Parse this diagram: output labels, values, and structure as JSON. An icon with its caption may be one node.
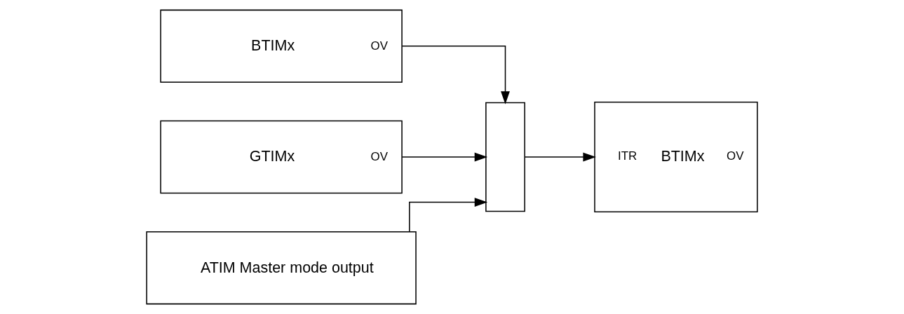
{
  "diagram": {
    "nodes": [
      {
        "text": [
          "BTIMx",
          "OV"
        ]
      },
      {
        "text": [
          "GTIMx",
          "OV"
        ]
      },
      {
        "text": [
          "ATIM Master mode output"
        ]
      },
      {
        "text": [],
        "shape": "trapezoid"
      },
      {
        "text": [
          "ITR",
          "BTIMx",
          "OV"
        ]
      }
    ],
    "edges": [
      {
        "from": 0,
        "to": 3,
        "arrow": "to"
      },
      {
        "from": 1,
        "to": 3,
        "arrow": "to"
      },
      {
        "from": 2,
        "to": 3,
        "arrow": "to"
      },
      {
        "from": 3,
        "to": 4,
        "arrow": "to"
      }
    ]
  }
}
